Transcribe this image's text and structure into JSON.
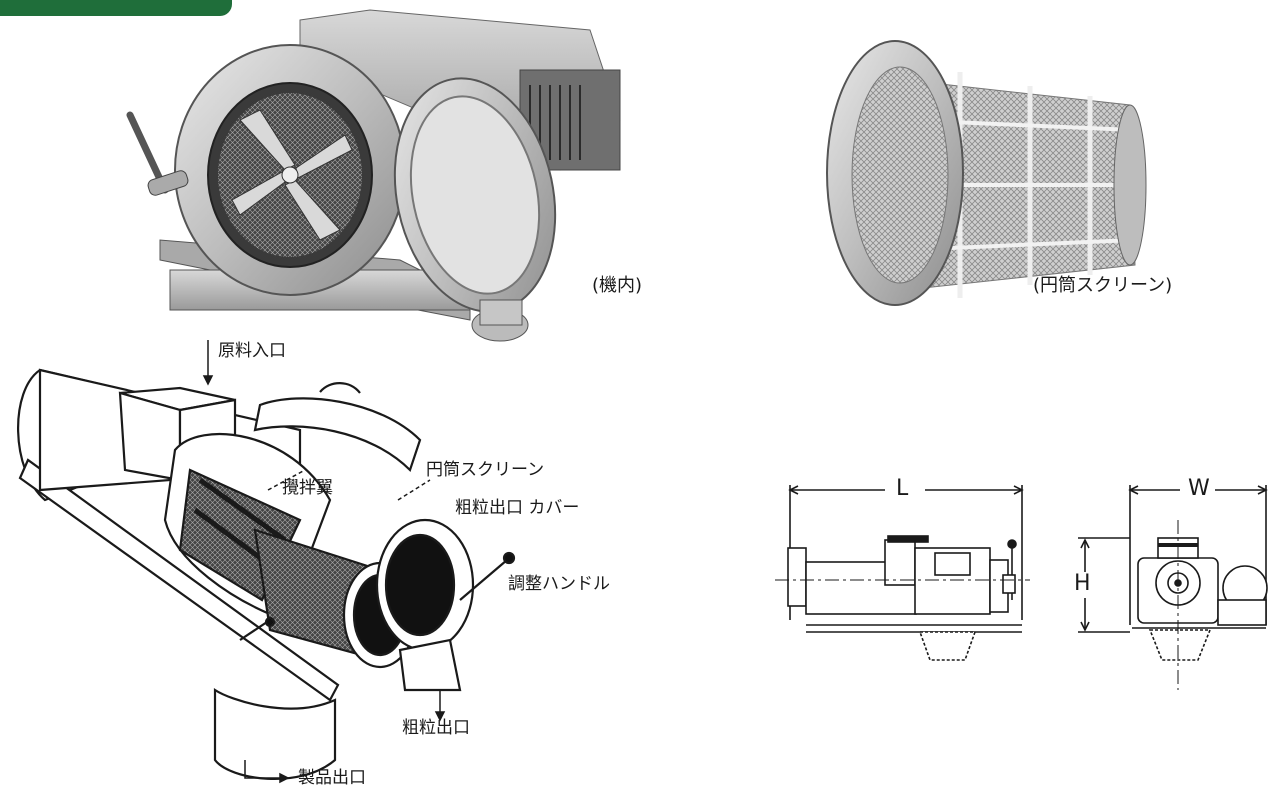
{
  "photos": {
    "machine_interior_caption": "(機内)",
    "cylinder_screen_caption": "(円筒スクリーン)"
  },
  "exploded_view": {
    "raw_material_inlet": "原料入口",
    "agitator_blade": "攪拌翼",
    "cylinder_screen": "円筒スクリーン",
    "coarse_outlet_cover": "粗粒出口 カバー",
    "adjustment_handle": "調整ハンドル",
    "coarse_outlet": "粗粒出口",
    "product_outlet": "製品出口"
  },
  "dimension_drawing": {
    "length_label": "L",
    "width_label": "W",
    "height_label": "H"
  }
}
